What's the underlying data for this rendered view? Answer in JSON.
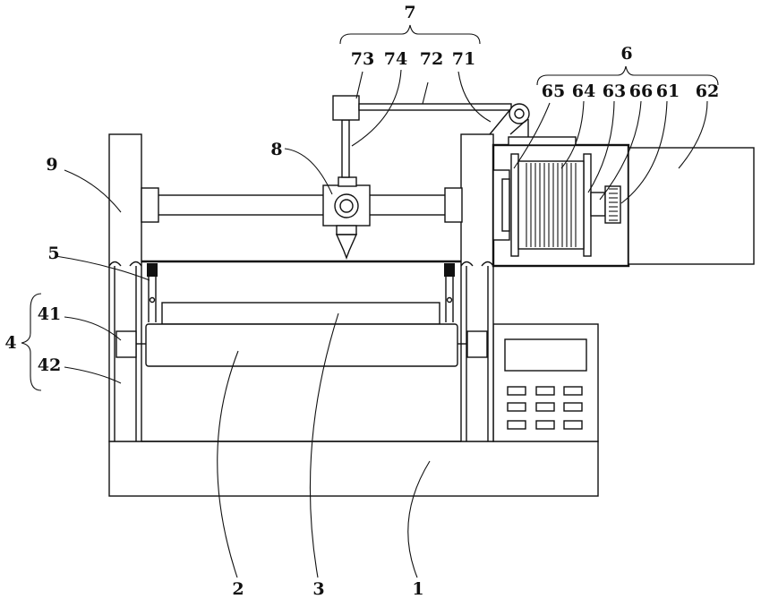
{
  "labels": {
    "base": "1",
    "roller": "2",
    "platform": "3",
    "lift_assembly": "4",
    "slider": "41",
    "guide_rail": "42",
    "clamp": "5",
    "winding_unit": "6",
    "motor": "61",
    "motor_housing": "62",
    "drum": "63",
    "cable": "64",
    "pulley_frame": "65",
    "coupling": "66",
    "traverse_unit": "7",
    "pulley": "71",
    "rod": "72",
    "slide_block": "73",
    "drop_arm": "74",
    "nozzle_head": "8",
    "side_column": "9"
  }
}
